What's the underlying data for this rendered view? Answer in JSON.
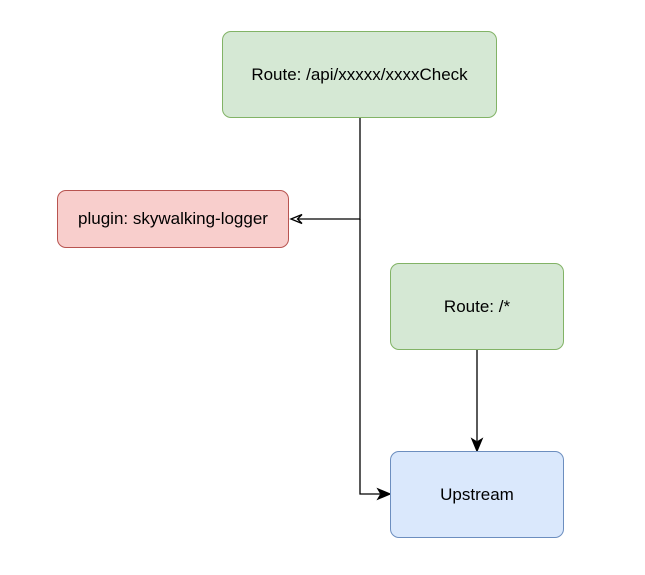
{
  "diagram": {
    "nodes": {
      "route_check": {
        "label": "Route: /api/xxxxx/xxxxCheck",
        "fill": "#d5e8d4",
        "stroke": "#82b366"
      },
      "plugin": {
        "label": "plugin: skywalking-logger",
        "fill": "#f8cecc",
        "stroke": "#b85450"
      },
      "route_all": {
        "label": "Route: /*",
        "fill": "#d5e8d4",
        "stroke": "#82b366"
      },
      "upstream": {
        "label": "Upstream",
        "fill": "#dae8fc",
        "stroke": "#6c8ebf"
      }
    },
    "edges": [
      {
        "from": "route_check",
        "to": "plugin",
        "arrow": "open"
      },
      {
        "from": "route_check",
        "to": "upstream",
        "arrow": "filled"
      },
      {
        "from": "route_all",
        "to": "upstream",
        "arrow": "filled"
      }
    ]
  }
}
